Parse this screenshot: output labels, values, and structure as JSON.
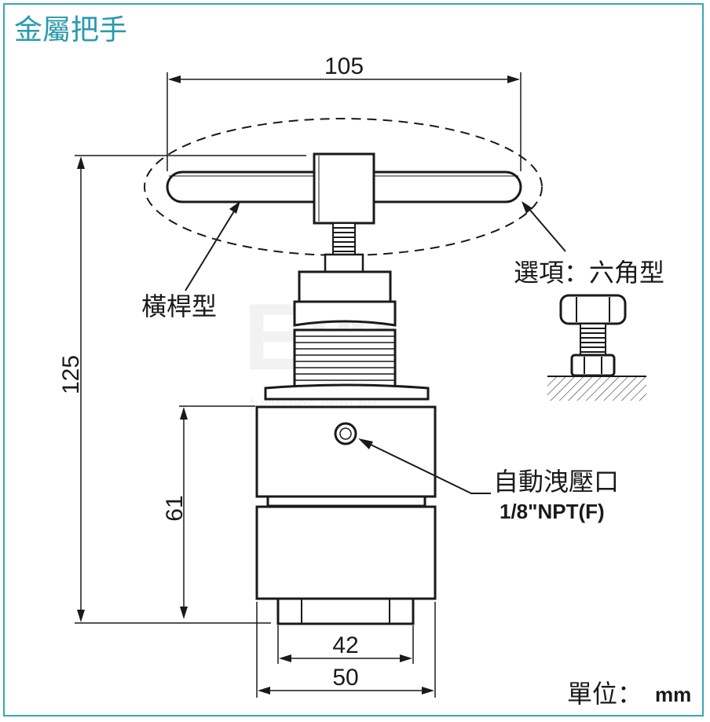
{
  "title": "金屬把手",
  "dimensions": {
    "handle_width": "105",
    "total_height": "125",
    "body_height": "61",
    "inner_width": "42",
    "outer_width": "50"
  },
  "labels": {
    "t_handle": "橫桿型",
    "option": "選項：六角型",
    "vent_port": "自動洩壓口",
    "vent_port_spec": "1/8\"NPT(F)",
    "units_label": "單位：",
    "units_value": "mm"
  },
  "colors": {
    "frame": "#3aa6b6",
    "title": "#2a9aae",
    "line": "#1a1a1a"
  }
}
